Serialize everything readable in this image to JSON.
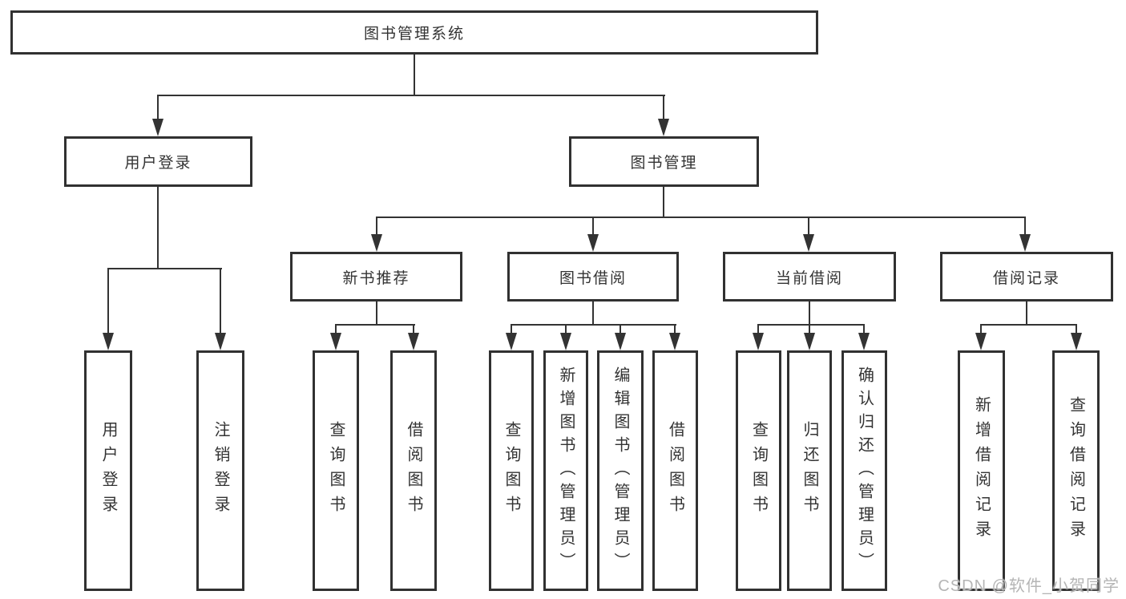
{
  "tree": {
    "root": {
      "label": "图书管理系统"
    },
    "branches": [
      {
        "label": "用户登录",
        "children": [
          {
            "label": "用户登录"
          },
          {
            "label": "注销登录"
          }
        ]
      },
      {
        "label": "图书管理",
        "children": [
          {
            "label": "新书推荐",
            "children": [
              {
                "label": "查询图书"
              },
              {
                "label": "借阅图书"
              }
            ]
          },
          {
            "label": "图书借阅",
            "children": [
              {
                "label": "查询图书"
              },
              {
                "label": "新增图书（管理员）"
              },
              {
                "label": "编辑图书（管理员）"
              },
              {
                "label": "借阅图书"
              }
            ]
          },
          {
            "label": "当前借阅",
            "children": [
              {
                "label": "查询图书"
              },
              {
                "label": "归还图书"
              },
              {
                "label": "确认归还（管理员）"
              }
            ]
          },
          {
            "label": "借阅记录",
            "children": [
              {
                "label": "新增借阅记录"
              },
              {
                "label": "查询借阅记录"
              }
            ]
          }
        ]
      }
    ]
  },
  "watermark": {
    "text": "CSDN @软件_小贺同学"
  },
  "colors": {
    "background": "#ffffff",
    "box_border": "#313131",
    "line": "#333333",
    "text": "#333333",
    "watermark": "#b5b5b5"
  }
}
